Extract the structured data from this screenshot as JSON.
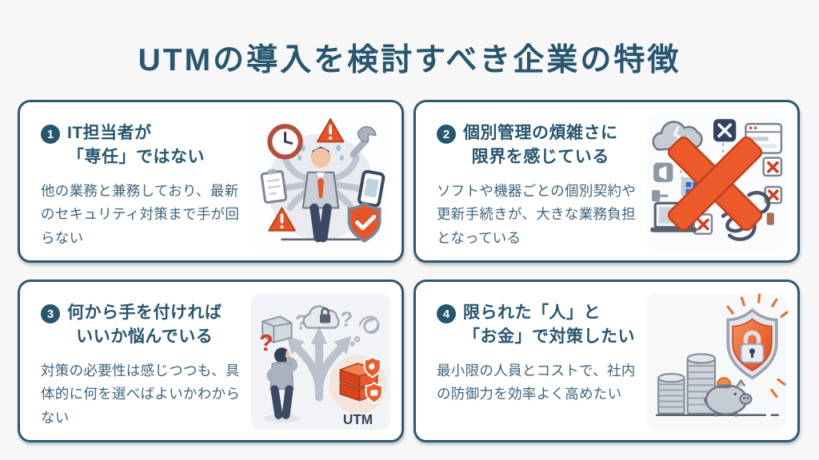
{
  "page": {
    "title": "UTMの導入を検討すべき企業の特徴",
    "background_color": "#f7f7f8",
    "accent_color": "#27566f",
    "card_border_color": "#30596f",
    "body_text_color": "#3e657d",
    "orange_color": "#ed5a2b"
  },
  "cards": [
    {
      "number": "1",
      "title_line1": "IT担当者が",
      "title_line2": "「専任」ではない",
      "body": "他の業務と兼務しており、最新のセキュリティ対策まで手が回らない",
      "illustration": "multitasking-it-person"
    },
    {
      "number": "2",
      "title_line1": "個別管理の煩雑さに",
      "title_line2": "限界を感じている",
      "body": "ソフトや機器ごとの個別契約や更新手続きが、大きな業務負担となっている",
      "illustration": "tangled-devices-crossed-out"
    },
    {
      "number": "3",
      "title_line1": "何から手を付ければ",
      "title_line2": "いいか悩んでいる",
      "body": "対策の必要性は感じつつも、具体的に何を選べばよいかわからない",
      "illustration": "person-at-crossroads",
      "utm_label": "UTM"
    },
    {
      "number": "4",
      "title_line1": "限られた「人」と",
      "title_line2": "「お金」で対策したい",
      "body": "最小限の人員とコストで、社内の防御力を効率よく高めたい",
      "illustration": "shield-piggybank-coins"
    }
  ]
}
